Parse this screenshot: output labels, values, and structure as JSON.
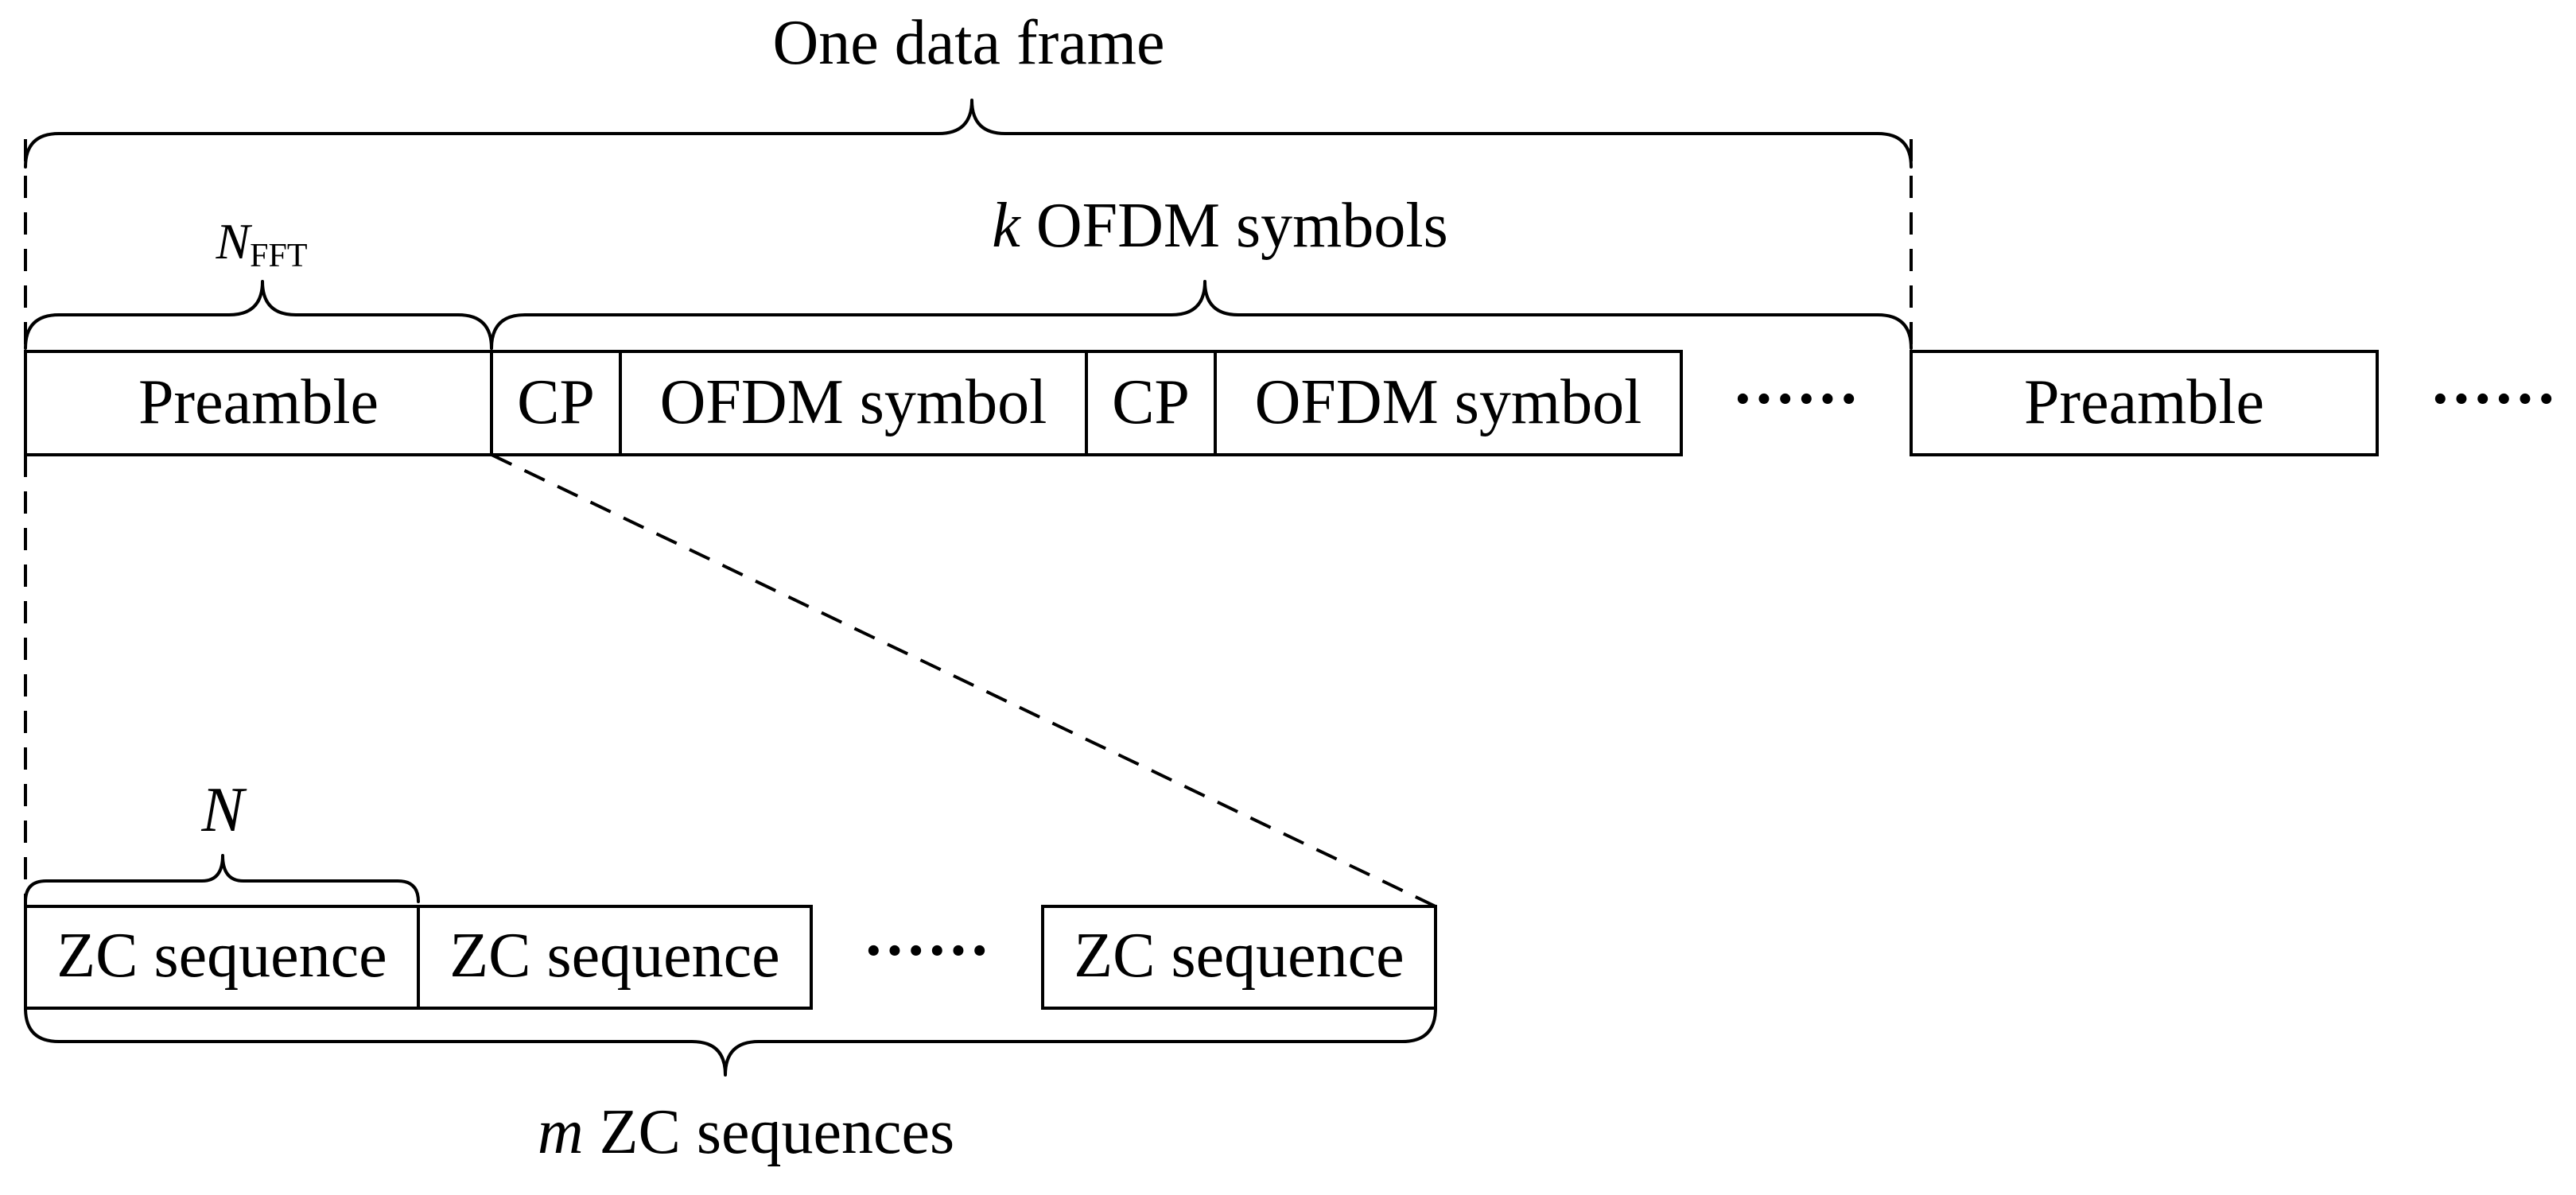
{
  "frame": {
    "title": "One data frame",
    "n_fft_main": "N",
    "n_fft_sub": "FFT",
    "k_var": "k",
    "k_text": " OFDM symbols",
    "n_label": "N",
    "m_var": "m",
    "m_text": " ZC sequences"
  },
  "top_row": {
    "preamble_1": "Preamble",
    "cp_1": "CP",
    "ofdm_1": "OFDM symbol",
    "cp_2": "CP",
    "ofdm_2": "OFDM symbol",
    "ellipsis_1": "······",
    "preamble_2": "Preamble",
    "ellipsis_2": "······"
  },
  "bottom_row": {
    "zc_1": "ZC sequence",
    "zc_2": "ZC sequence",
    "ellipsis": "······",
    "zc_3": "ZC sequence"
  }
}
